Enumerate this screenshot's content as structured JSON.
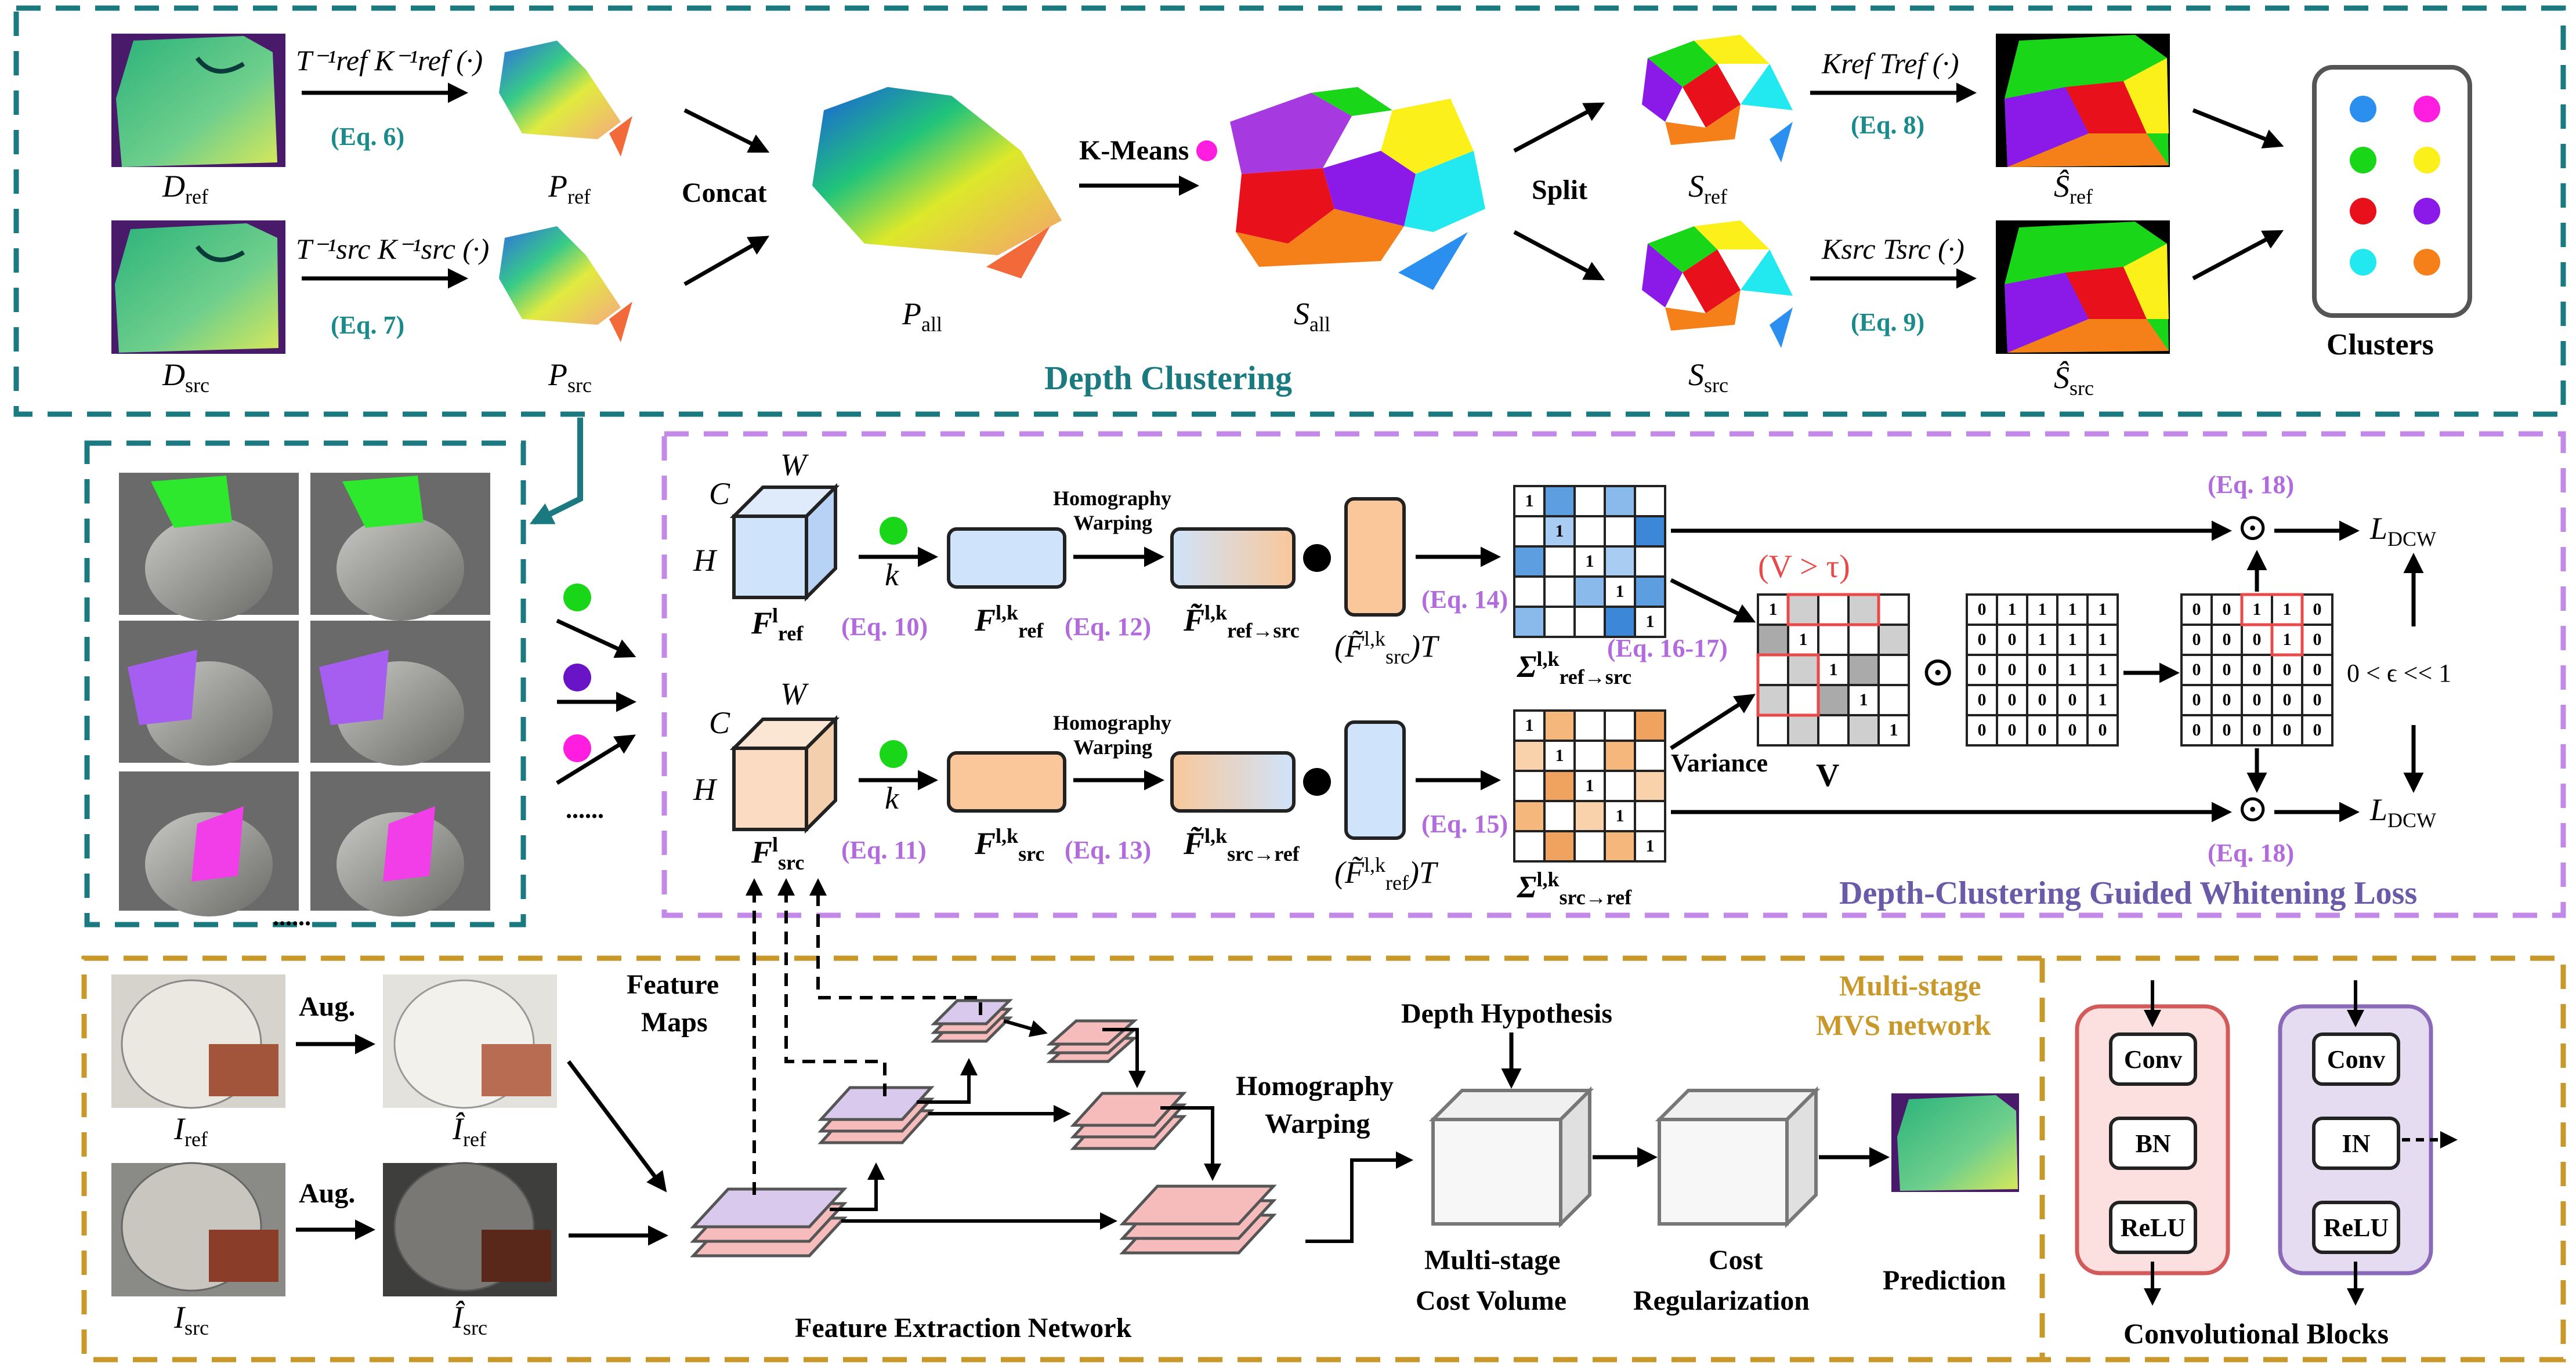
{
  "colors": {
    "teal_border": "#1a7a80",
    "purple_border": "#b26bdc",
    "gold_border": "#c9982a",
    "eq_teal": "#1a8a8a",
    "eq_purple": "#b26bdc",
    "blue_feature": "#cfe3fb",
    "orange_feature": "#f9c79a",
    "pink_layer": "#f6bcbc",
    "lilac_layer": "#d9c9ec"
  },
  "top": {
    "title": "Depth Clustering",
    "d_ref": "D",
    "d_ref_sub": "ref",
    "d_src": "D",
    "d_src_sub": "src",
    "p_ref": "P",
    "p_ref_sub": "ref",
    "p_src": "P",
    "p_src_sub": "src",
    "p_all": "P",
    "p_all_sub": "all",
    "s_all": "S",
    "s_all_sub": "all",
    "s_ref": "S",
    "s_ref_sub": "ref",
    "s_src": "S",
    "s_src_sub": "src",
    "shat_ref": "Ŝ",
    "shat_ref_sub": "ref",
    "shat_src": "Ŝ",
    "shat_src_sub": "src",
    "op_ref": "T⁻¹ref K⁻¹ref (·)",
    "op_src": "T⁻¹src K⁻¹src (·)",
    "op_kref": "Kref Tref (·)",
    "op_ksrc": "Ksrc Tsrc (·)",
    "eq6": "(Eq. 6)",
    "eq7": "(Eq. 7)",
    "eq8": "(Eq. 8)",
    "eq9": "(Eq. 9)",
    "concat": "Concat",
    "kmeans": "K-Means",
    "split": "Split",
    "clusters": "Clusters",
    "cluster_colors": [
      "#2b8ff0",
      "#ff1ee0",
      "#19d619",
      "#fbf01a",
      "#e8101a",
      "#8b1ae8",
      "#22e8f0",
      "#f5801a"
    ]
  },
  "middle": {
    "title": "Depth-Clustering Guided Whitening Loss",
    "ellipsis_left": "......",
    "ellipsis_mid": "......",
    "C": "C",
    "W": "W",
    "H": "H",
    "k": "k",
    "homography": "Homography",
    "warping": "Warping",
    "eq10": "(Eq. 10)",
    "eq11": "(Eq. 11)",
    "eq12": "(Eq. 12)",
    "eq13": "(Eq. 13)",
    "eq14": "(Eq. 14)",
    "eq15": "(Eq. 15)",
    "eq1617": "(Eq. 16-17)",
    "eq18a": "(Eq. 18)",
    "eq18b": "(Eq. 18)",
    "v_cond": "(V > τ)",
    "v_label": "V",
    "variance": "Variance",
    "epsilon": "0 < ϵ << 1",
    "loss": "L",
    "loss_sub": "DCW",
    "f_ref": "F",
    "f_ref_sup": "l",
    "f_ref_sub": "ref",
    "f_src": "F",
    "f_src_sup": "l",
    "f_src_sub": "src",
    "flk_ref": "F",
    "flk_ref_sup": "l,k",
    "flk_ref_sub": "ref",
    "flk_src": "F",
    "flk_src_sup": "l,k",
    "flk_src_sub": "src",
    "fw_ref": "F̃",
    "fw_ref_sup": "l,k",
    "fw_ref_sub": "ref→src",
    "fw_src": "F̃",
    "fw_src_sup": "l,k",
    "fw_src_sub": "src→ref",
    "ft_src": "(F̃",
    "ft_src_sup": "l,k",
    "ft_src_sub": "src",
    "ft_src_T": ")T",
    "ft_ref": "(F̃",
    "ft_ref_sup": "l,k",
    "ft_ref_sub": "ref",
    "ft_ref_T": ")T",
    "sigma_ref": "Σ",
    "sigma_ref_sup": "l,k",
    "sigma_ref_sub": "ref→src",
    "sigma_src": "Σ",
    "sigma_src_sup": "l,k",
    "sigma_src_sub": "src→ref",
    "odot": "⊙",
    "mask_matrix": [
      [
        "0",
        "1",
        "1",
        "1",
        "1"
      ],
      [
        "0",
        "0",
        "1",
        "1",
        "1"
      ],
      [
        "0",
        "0",
        "0",
        "1",
        "1"
      ],
      [
        "0",
        "0",
        "0",
        "0",
        "1"
      ],
      [
        "0",
        "0",
        "0",
        "0",
        "0"
      ]
    ],
    "result_matrix": [
      [
        "0",
        "0",
        "1",
        "1",
        "0"
      ],
      [
        "0",
        "0",
        "0",
        "1",
        "0"
      ],
      [
        "0",
        "0",
        "0",
        "0",
        "0"
      ],
      [
        "0",
        "0",
        "0",
        "0",
        "0"
      ],
      [
        "0",
        "0",
        "0",
        "0",
        "0"
      ]
    ],
    "diag_one": "1"
  },
  "bottom": {
    "aug1": "Aug.",
    "aug2": "Aug.",
    "i_ref": "I",
    "i_ref_sub": "ref",
    "i_src": "I",
    "i_src_sub": "src",
    "ihat_ref": "Î",
    "ihat_ref_sub": "ref",
    "ihat_src": "Î",
    "ihat_src_sub": "src",
    "feature_maps_1": "Feature",
    "feature_maps_2": "Maps",
    "fe_network": "Feature Extraction Network",
    "homography_1": "Homography",
    "homography_2": "Warping",
    "depth_hypothesis": "Depth Hypothesis",
    "cost_volume_1": "Multi-stage",
    "cost_volume_2": "Cost Volume",
    "cost_reg_1": "Cost",
    "cost_reg_2": "Regularization",
    "prediction": "Prediction",
    "mvs_1": "Multi-stage",
    "mvs_2": "MVS network",
    "blocks_title": "Convolutional Blocks",
    "block1": [
      "Conv",
      "BN",
      "ReLU"
    ],
    "block2": [
      "Conv",
      "IN",
      "ReLU"
    ]
  }
}
